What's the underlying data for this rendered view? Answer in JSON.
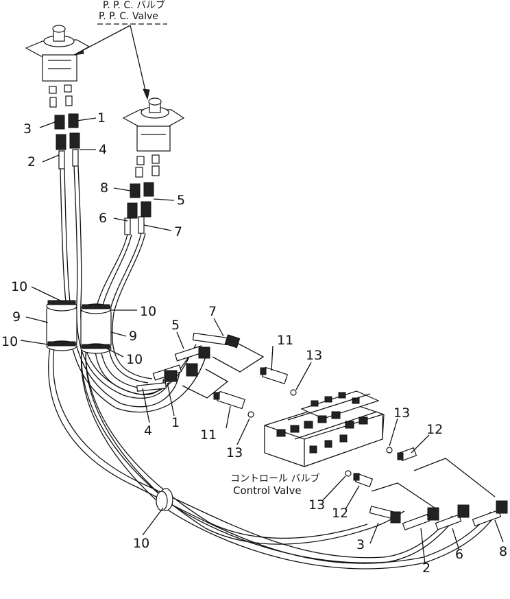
{
  "labels": {
    "ppc_valve_jp": "P. P. C. バルブ",
    "ppc_valve_en": "P. P. C. Valve",
    "control_valve_jp": "コントロール バルブ",
    "control_valve_en": "Control Valve"
  },
  "callouts": {
    "c1_top": "1",
    "c3_top": "3",
    "c2_left": "2",
    "c4_top": "4",
    "c8_mid": "8",
    "c5_mid": "5",
    "c6_mid": "6",
    "c7_mid": "7",
    "c10_a": "10",
    "c9_left": "9",
    "c10_b": "10",
    "c10_c": "10",
    "c9_right": "9",
    "c10_d": "10",
    "c7_low": "7",
    "c5_low": "5",
    "c11_a": "11",
    "c13_a": "13",
    "c4_low": "4",
    "c1_low": "1",
    "c11_b": "11",
    "c13_b": "13",
    "c13_c": "13",
    "c12_a": "12",
    "c13_d": "13",
    "c12_b": "12",
    "c10_e": "10",
    "c3_low": "3",
    "c2_low": "2",
    "c6_low": "6",
    "c8_low": "8"
  }
}
